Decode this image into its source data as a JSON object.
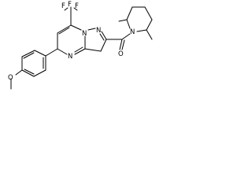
{
  "molecule": {
    "atom_labels": {
      "cf3_f_top_left": "F",
      "cf3_f_top_mid": "F",
      "cf3_f_top_right": "F",
      "ring_n_pyrazole": "N",
      "ring_n_bridge": "N",
      "ring_n_pyrimidine": "N",
      "carbonyl_o": "O",
      "piperidine_n": "N",
      "methoxy_o": "O"
    },
    "colors": {
      "bond": "#000000",
      "label": "#000000",
      "background": "#ffffff"
    }
  }
}
